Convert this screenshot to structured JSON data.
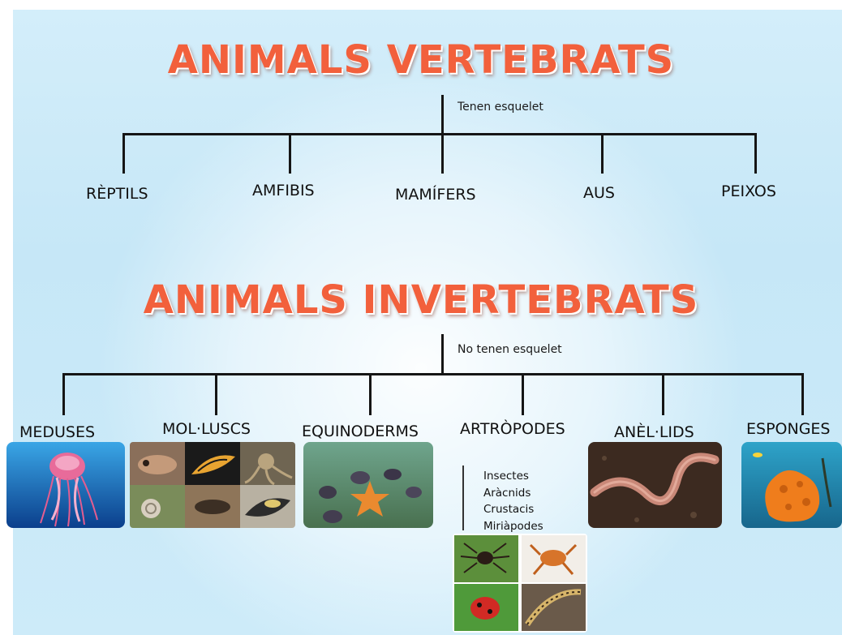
{
  "vertebrates": {
    "title": "ANIMALS VERTEBRATS",
    "note": "Tenen esquelet",
    "groups": [
      "RÈPTILS",
      "AMFIBIS",
      "MAMÍFERS",
      "AUS",
      "PEIXOS"
    ]
  },
  "invertebrates": {
    "title": "ANIMALS INVERTEBRATS",
    "note": "No tenen esquelet",
    "groups": [
      "MEDUSES",
      "MOL·LUSCS",
      "EQUINODERMS",
      "ARTRÒPODES",
      "ANÈL·LIDS",
      "ESPONGES"
    ],
    "arthropod_subgroups": [
      "Insectes",
      "Aràcnids",
      "Crustacis",
      "Miriàpodes"
    ]
  },
  "colors": {
    "title": "#f2603c",
    "line": "#151515",
    "background": "#c9e9f8"
  },
  "images": [
    {
      "name": "jellyfish-photo",
      "subject": "jellyfish"
    },
    {
      "name": "mollusc-collage",
      "subject": "molluscs"
    },
    {
      "name": "starfish-photo",
      "subject": "starfish and sea urchins"
    },
    {
      "name": "arthropod-collage",
      "subject": "spider, crab, ladybird, centipede"
    },
    {
      "name": "earthworm-photo",
      "subject": "earthworm"
    },
    {
      "name": "sponge-photo",
      "subject": "sea sponge"
    }
  ]
}
